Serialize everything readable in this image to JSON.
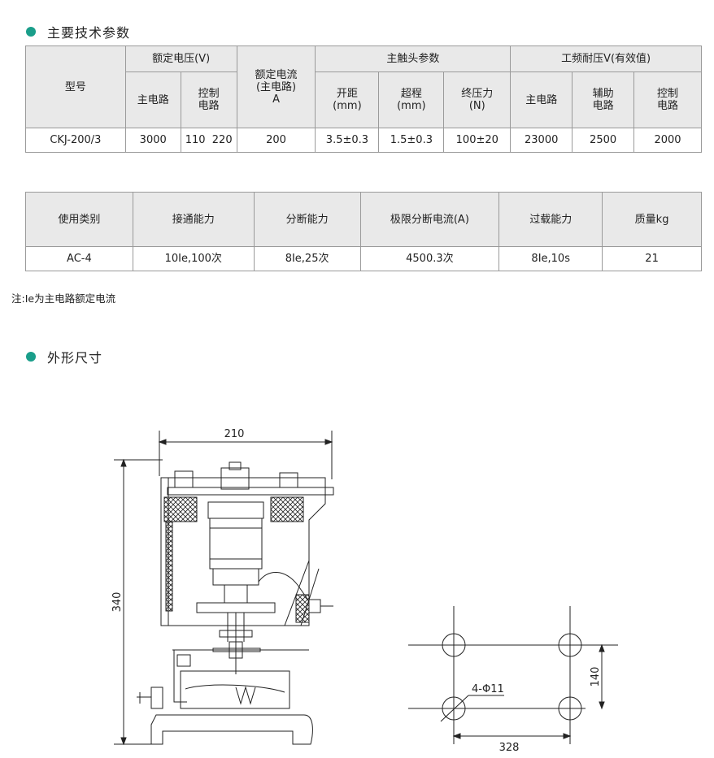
{
  "section1": {
    "title": "主要技术参数"
  },
  "table1": {
    "model_header": "型号",
    "rated_voltage": "额定电压(V)",
    "main_circuit": "主电路",
    "control_circuit": "控制\n电路",
    "rated_current": "额定电流\n(主电路)\nA",
    "main_contact_params": "主触头参数",
    "open_distance": "开距\n(mm)",
    "overtravel": "超程\n(mm)",
    "final_pressure": "终压力\n(N)",
    "power_freq_withstand": "工频耐压V(有效值)",
    "withstand_main": "主电路",
    "withstand_aux": "辅助\n电路",
    "withstand_ctrl": "控制\n电路",
    "row": [
      "CKJ-200/3",
      "3000",
      "110  220",
      "200",
      "3.5±0.3",
      "1.5±0.3",
      "100±20",
      "23000",
      "2500",
      "2000"
    ]
  },
  "table2": {
    "headers": [
      "使用类别",
      "接通能力",
      "分断能力",
      "极限分断电流(A)",
      "过载能力",
      "质量kg"
    ],
    "row": [
      "AC-4",
      "10Ie,100次",
      "8Ie,25次",
      "4500.3次",
      "8Ie,10s",
      "21"
    ]
  },
  "note": "注:Ie为主电路额定电流",
  "section2": {
    "title": "外形尺寸"
  },
  "drawing": {
    "dim_width": "210",
    "dim_height": "340",
    "dim_hole_x": "328",
    "dim_hole_y": "140",
    "hole_label": "4-Φ11"
  },
  "colors": {
    "accent": "#1a9e8a",
    "header_bg": "#e9e9e9",
    "border": "#9a9a9a"
  }
}
